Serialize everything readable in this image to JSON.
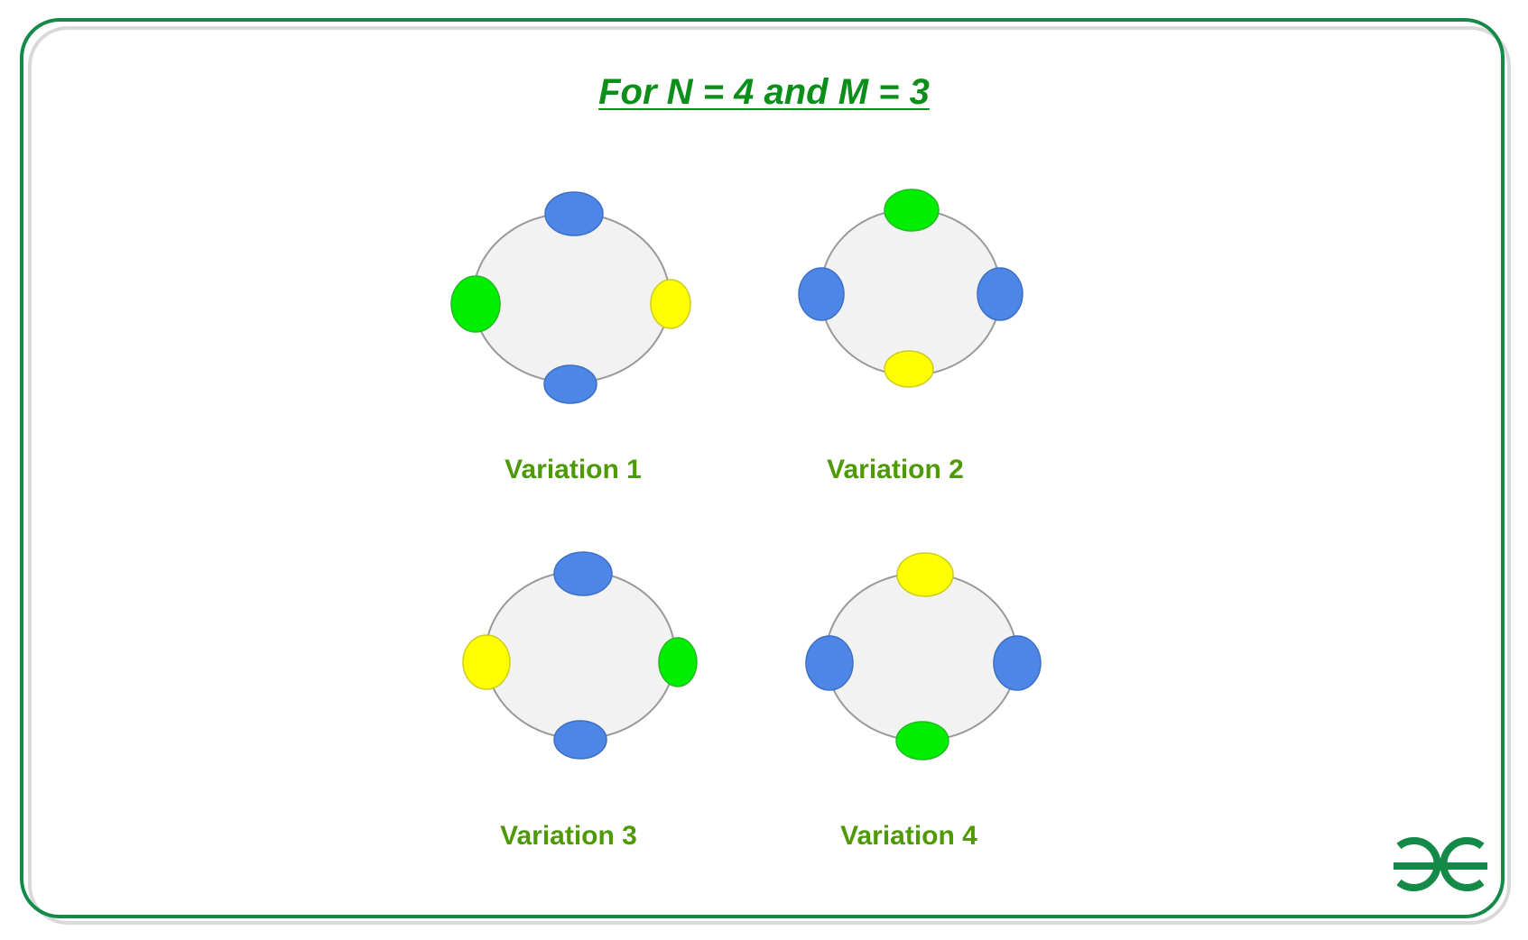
{
  "title": "For N = 4 and M = 3",
  "colors": {
    "blue": "#4d86e6",
    "green": "#00ee00",
    "yellow": "#ffff00",
    "ring_fill": "#f2f2f2",
    "ring_stroke": "#999999",
    "frame": "#138a47",
    "caption": "#4e9a06",
    "title": "#0b8f1a"
  },
  "variations": [
    {
      "label": "Variation 1",
      "top": "blue",
      "right": "yellow",
      "bottom": "blue",
      "left": "green"
    },
    {
      "label": "Variation 2",
      "top": "green",
      "right": "blue",
      "bottom": "yellow",
      "left": "blue"
    },
    {
      "label": "Variation 3",
      "top": "blue",
      "right": "green",
      "bottom": "blue",
      "left": "yellow"
    },
    {
      "label": "Variation 4",
      "top": "yellow",
      "right": "blue",
      "bottom": "green",
      "left": "blue"
    }
  ],
  "logo_icon": "geeksforgeeks-logo-icon"
}
